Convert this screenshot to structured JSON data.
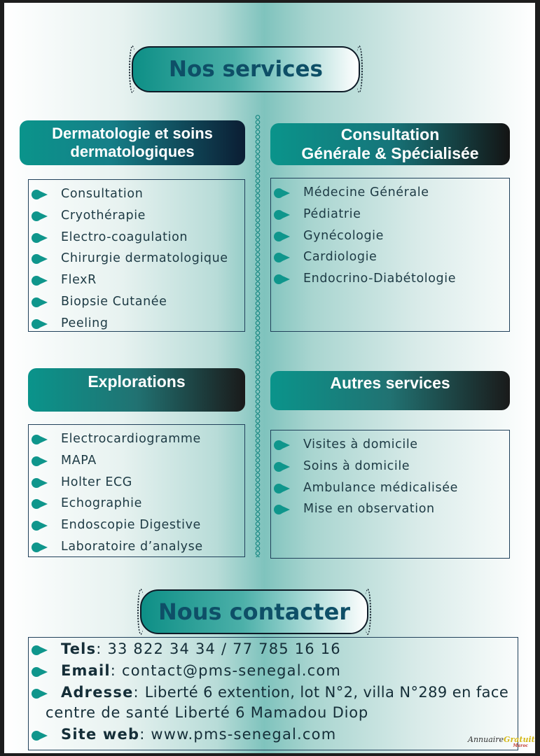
{
  "title": "Nos services",
  "sections": {
    "dermatologie": {
      "title": "Dermatologie et soins dermatologiques",
      "items": [
        "Consultation",
        "Cryothérapie",
        "Electro-coagulation",
        "Chirurgie dermatologique",
        "FlexR",
        "Biopsie Cutanée",
        "Peeling"
      ]
    },
    "consultation": {
      "title_line1": "Consultation",
      "title_line2": "Générale & Spécialisée",
      "items": [
        "Médecine Générale",
        "Pédiatrie",
        "Gynécologie",
        "Cardiologie",
        "Endocrino-Diabétologie"
      ]
    },
    "explorations": {
      "title": "Explorations",
      "items": [
        "Electrocardiogramme",
        "MAPA",
        "Holter ECG",
        "Echographie",
        "Endoscopie Digestive",
        "Laboratoire d’analyse"
      ]
    },
    "autres": {
      "title": "Autres services",
      "items": [
        "Visites à domicile",
        "Soins à domicile",
        "Ambulance médicalisée",
        "Mise en observation"
      ]
    }
  },
  "contact": {
    "title": "Nous contacter",
    "tels_label": "Tels",
    "tels_value": "33 822 34 34 / 77 785 16 16",
    "email_label": "Email",
    "email_value": "contact@pms-senegal.com",
    "adresse_label": "Adresse",
    "adresse_value_line1": "Liberté 6 extention, lot N°2, villa N°289 en face",
    "adresse_value_line2": "centre de santé Liberté 6 Mamadou Diop",
    "site_label": "Site web",
    "site_value": "www.pms-senegal.com"
  },
  "watermark": {
    "text": "Annuaire",
    "accent": "Gratuit",
    "sub": "Maroc"
  },
  "colors": {
    "teal": "#0f968c",
    "navy_text": "#0e4f67"
  }
}
